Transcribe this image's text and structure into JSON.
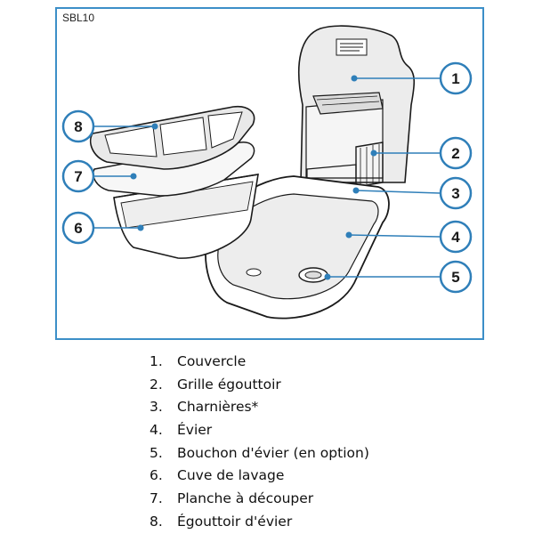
{
  "model_code": "SBL10",
  "callouts": [
    "1",
    "2",
    "3",
    "4",
    "5",
    "6",
    "7",
    "8"
  ],
  "legend": [
    {
      "num": "1.",
      "label": "Couvercle"
    },
    {
      "num": "2.",
      "label": "Grille égouttoir"
    },
    {
      "num": "3.",
      "label": "Charnières*"
    },
    {
      "num": "4.",
      "label": "Évier"
    },
    {
      "num": "5.",
      "label": "Bouchon d'évier (en option)"
    },
    {
      "num": "6.",
      "label": "Cuve de lavage"
    },
    {
      "num": "7.",
      "label": "Planche à découper"
    },
    {
      "num": "8.",
      "label": "Égouttoir d'évier"
    }
  ],
  "colors": {
    "accent": "#2f7fb9",
    "line": "#1a1a1a",
    "shade": "#e6e6e6"
  }
}
